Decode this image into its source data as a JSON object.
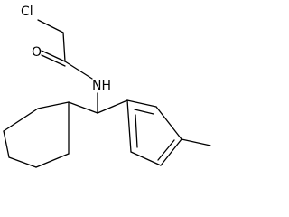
{
  "molecule": {
    "atoms": {
      "chlorine": "Cl",
      "oxygen": "O",
      "nitrogen": "NH"
    }
  }
}
